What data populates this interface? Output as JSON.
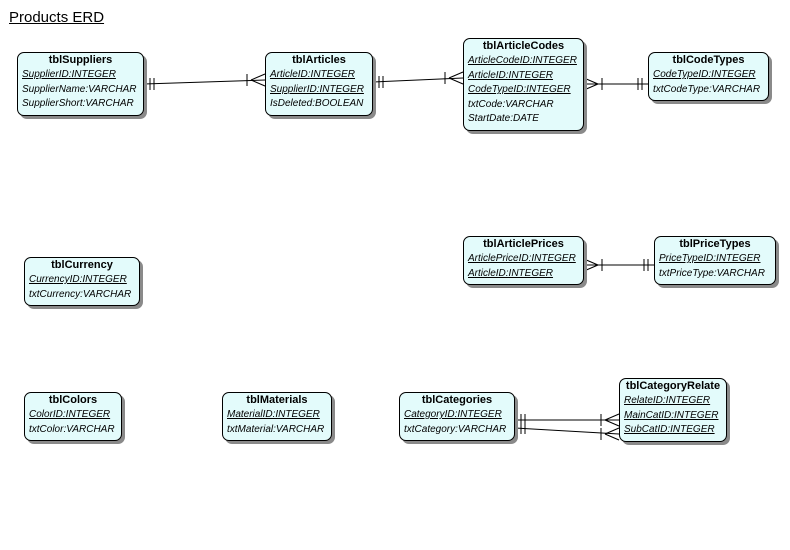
{
  "diagram": {
    "title": "Products ERD"
  },
  "entities": {
    "suppliers": {
      "name": "tblSuppliers",
      "attributes": [
        {
          "text": "SupplierID:INTEGER",
          "key": true
        },
        {
          "text": "SupplierName:VARCHAR",
          "key": false
        },
        {
          "text": "SupplierShort:VARCHAR",
          "key": false
        }
      ]
    },
    "articles": {
      "name": "tblArticles",
      "attributes": [
        {
          "text": "ArticleID:INTEGER",
          "key": true
        },
        {
          "text": "SupplierID:INTEGER",
          "key": true
        },
        {
          "text": "IsDeleted:BOOLEAN",
          "key": false
        }
      ]
    },
    "article_codes": {
      "name": "tblArticleCodes",
      "attributes": [
        {
          "text": "ArticleCodeID:INTEGER",
          "key": true
        },
        {
          "text": "ArticleID:INTEGER",
          "key": true
        },
        {
          "text": "CodeTypeID:INTEGER",
          "key": true
        },
        {
          "text": "txtCode:VARCHAR",
          "key": false
        },
        {
          "text": "StartDate:DATE",
          "key": false
        }
      ]
    },
    "code_types": {
      "name": "tblCodeTypes",
      "attributes": [
        {
          "text": "CodeTypeID:INTEGER",
          "key": true
        },
        {
          "text": "txtCodeType:VARCHAR",
          "key": false
        }
      ]
    },
    "currency": {
      "name": "tblCurrency",
      "attributes": [
        {
          "text": "CurrencyID:INTEGER",
          "key": true
        },
        {
          "text": "txtCurrency:VARCHAR",
          "key": false
        }
      ]
    },
    "article_prices": {
      "name": "tblArticlePrices",
      "attributes": [
        {
          "text": "ArticlePriceID:INTEGER",
          "key": true
        },
        {
          "text": "ArticleID:INTEGER",
          "key": true
        }
      ]
    },
    "price_types": {
      "name": "tblPriceTypes",
      "attributes": [
        {
          "text": "PriceTypeID:INTEGER",
          "key": true
        },
        {
          "text": "txtPriceType:VARCHAR",
          "key": false
        }
      ]
    },
    "colors": {
      "name": "tblColors",
      "attributes": [
        {
          "text": "ColorID:INTEGER",
          "key": true
        },
        {
          "text": "txtColor:VARCHAR",
          "key": false
        }
      ]
    },
    "materials": {
      "name": "tblMaterials",
      "attributes": [
        {
          "text": "MaterialID:INTEGER",
          "key": true
        },
        {
          "text": "txtMaterial:VARCHAR",
          "key": false
        }
      ]
    },
    "categories": {
      "name": "tblCategories",
      "attributes": [
        {
          "text": "CategoryID:INTEGER",
          "key": true
        },
        {
          "text": "txtCategory:VARCHAR",
          "key": false
        }
      ]
    },
    "category_relate": {
      "name": "tblCategoryRelate",
      "attributes": [
        {
          "text": "RelateID:INTEGER",
          "key": true
        },
        {
          "text": "MainCatID:INTEGER",
          "key": true
        },
        {
          "text": "SubCatID:INTEGER",
          "key": true
        }
      ]
    }
  },
  "relationships": [
    {
      "from": "suppliers",
      "from_end": "one",
      "to": "articles",
      "to_end": "many"
    },
    {
      "from": "articles",
      "from_end": "one",
      "to": "article_codes",
      "to_end": "many"
    },
    {
      "from": "article_codes",
      "from_end": "many",
      "to": "code_types",
      "to_end": "one"
    },
    {
      "from": "article_prices",
      "from_end": "many",
      "to": "price_types",
      "to_end": "one"
    },
    {
      "from": "categories",
      "from_end": "one",
      "to": "category_relate",
      "to_end": "many"
    },
    {
      "from": "categories",
      "from_end": "one",
      "to": "category_relate",
      "to_end": "many"
    }
  ]
}
